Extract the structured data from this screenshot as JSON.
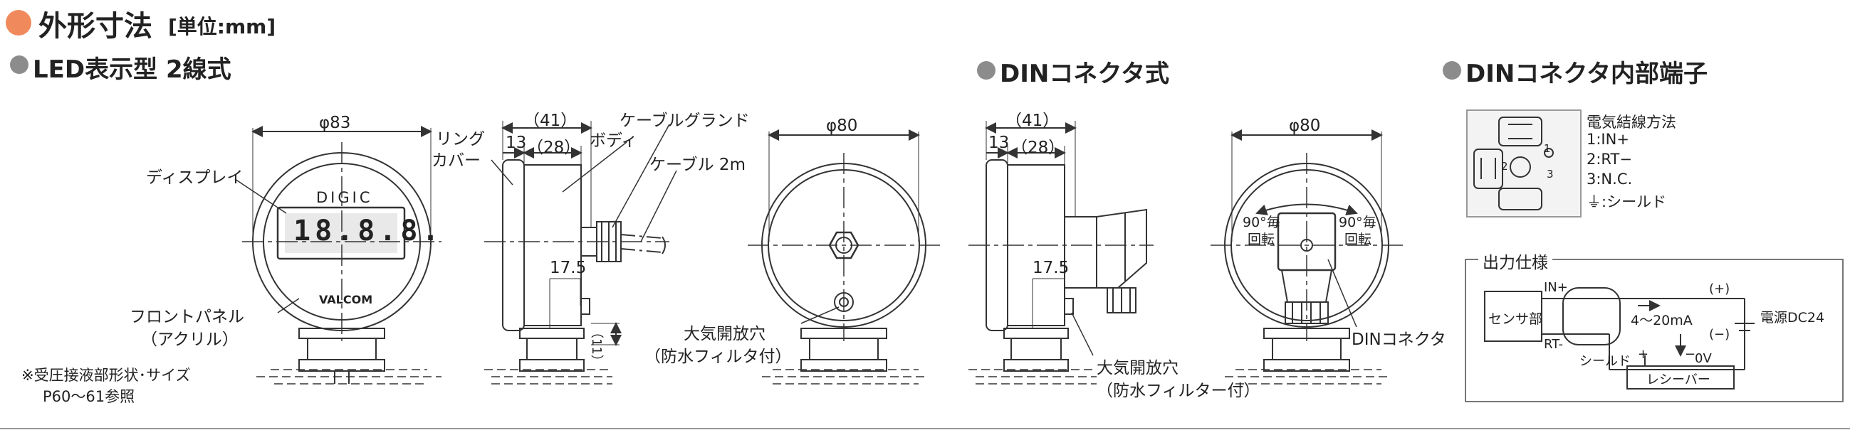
{
  "header": {
    "title": "外形寸法",
    "unit": "[単位:mm]",
    "title_dot_color": "#f08a5d",
    "section_dot_color": "#8c8c8c"
  },
  "sections": {
    "led": "LED表示型 2線式",
    "din": "DINコネクタ式",
    "din_terminal": "DINコネクタ内部端子"
  },
  "led_view": {
    "dia": "φ83",
    "display_label": "ディスプレイ",
    "brand": "DIGIC",
    "digits": "18.8.8.",
    "logo": "VALCOM",
    "front_panel": "フロントパネル",
    "acrylic": "（アクリル）",
    "note1": "※受圧接液部形状･サイズ",
    "note2": "P60～61参照"
  },
  "led_side": {
    "ring1": "リング",
    "ring2": "カバー",
    "body": "ボディ",
    "gland": "ケーブルグランド",
    "cable": "ケーブル 2m",
    "dim41": "（41）",
    "dim13": "13",
    "dim28": "（28）",
    "dim175": "17.5",
    "dim11": "（11）"
  },
  "din_front": {
    "dia": "φ80",
    "vent1": "大気開放穴",
    "vent2": "（防水フィルタ付）"
  },
  "din_side": {
    "dim41": "（41）",
    "dim13": "13",
    "dim28": "（28）",
    "dim175": "17.5",
    "vent1": "大気開放穴",
    "vent2": "（防水フィルター付）"
  },
  "din_rear": {
    "dia": "φ80",
    "rot_l1": "90°毎",
    "rot_l2": "回転",
    "rot_r1": "90°毎",
    "rot_r2": "回転",
    "connector": "DINコネクタ"
  },
  "terminal": {
    "title": "電気結線方法",
    "l1": "1:IN+",
    "l2": "2:RT−",
    "l3": "3:N.C.",
    "l4": "⏚:シールド",
    "p1": "1",
    "p2": "2",
    "p3": "3"
  },
  "output": {
    "title": "出力仕様",
    "sensor": "センサ部",
    "in_plus": "IN+",
    "rt_minus": "RT-",
    "current": "4〜20mA",
    "plus": "(+)",
    "minus": "(−)",
    "power": "電源DC24",
    "shield": "シールド",
    "zero_v": "0V",
    "receiver": "レシーバー",
    "plus_sign": "+",
    "minus_sign": "−"
  }
}
